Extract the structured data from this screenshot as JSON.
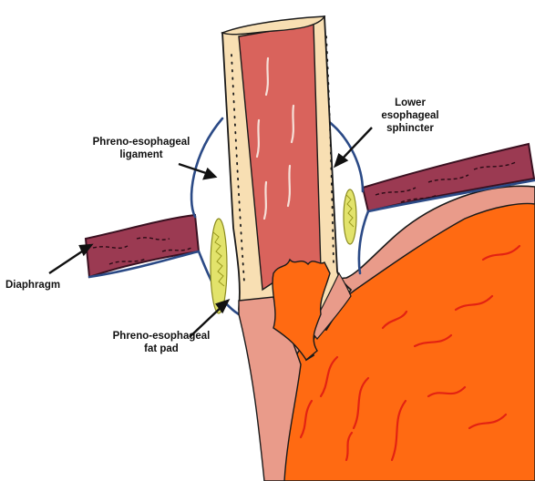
{
  "labels": {
    "ligament": [
      "Phreno-esophageal",
      "ligament"
    ],
    "sphincter": [
      "Lower",
      "esophageal",
      "sphincter"
    ],
    "diaphragm": "Diaphragm",
    "fat_pad": [
      "Phreno-esophageal",
      "fat pad"
    ]
  },
  "colors": {
    "esophagus_muscle": "#d9635c",
    "esophagus_wall": "#f8dfb3",
    "diaphragm": "#9b3a52",
    "diaphragm_edge": "#3a1020",
    "ligament_blue": "#2b4a86",
    "stomach": "#ff6a12",
    "stomach_fold": "#e32212",
    "fat": "#e2e36b",
    "gastric_wall": "#e99b8a",
    "outline": "#1a1a1a"
  }
}
